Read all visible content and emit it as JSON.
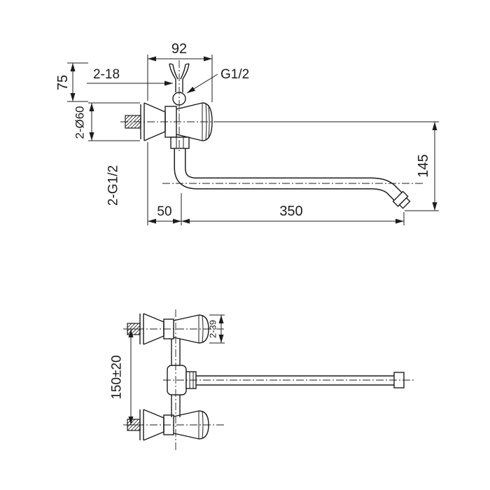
{
  "labels": {
    "d92": "92",
    "d2_18": "2-18",
    "d75": "75",
    "g12": "G1/2",
    "d2_o60": "2-Ø60",
    "d2_g12": "2-G1/2",
    "d50": "50",
    "d350": "350",
    "d145": "145",
    "d2_39": "2-39",
    "d150": "150±20"
  },
  "colors": {
    "line": "#1c1c1c",
    "background": "#ffffff"
  }
}
